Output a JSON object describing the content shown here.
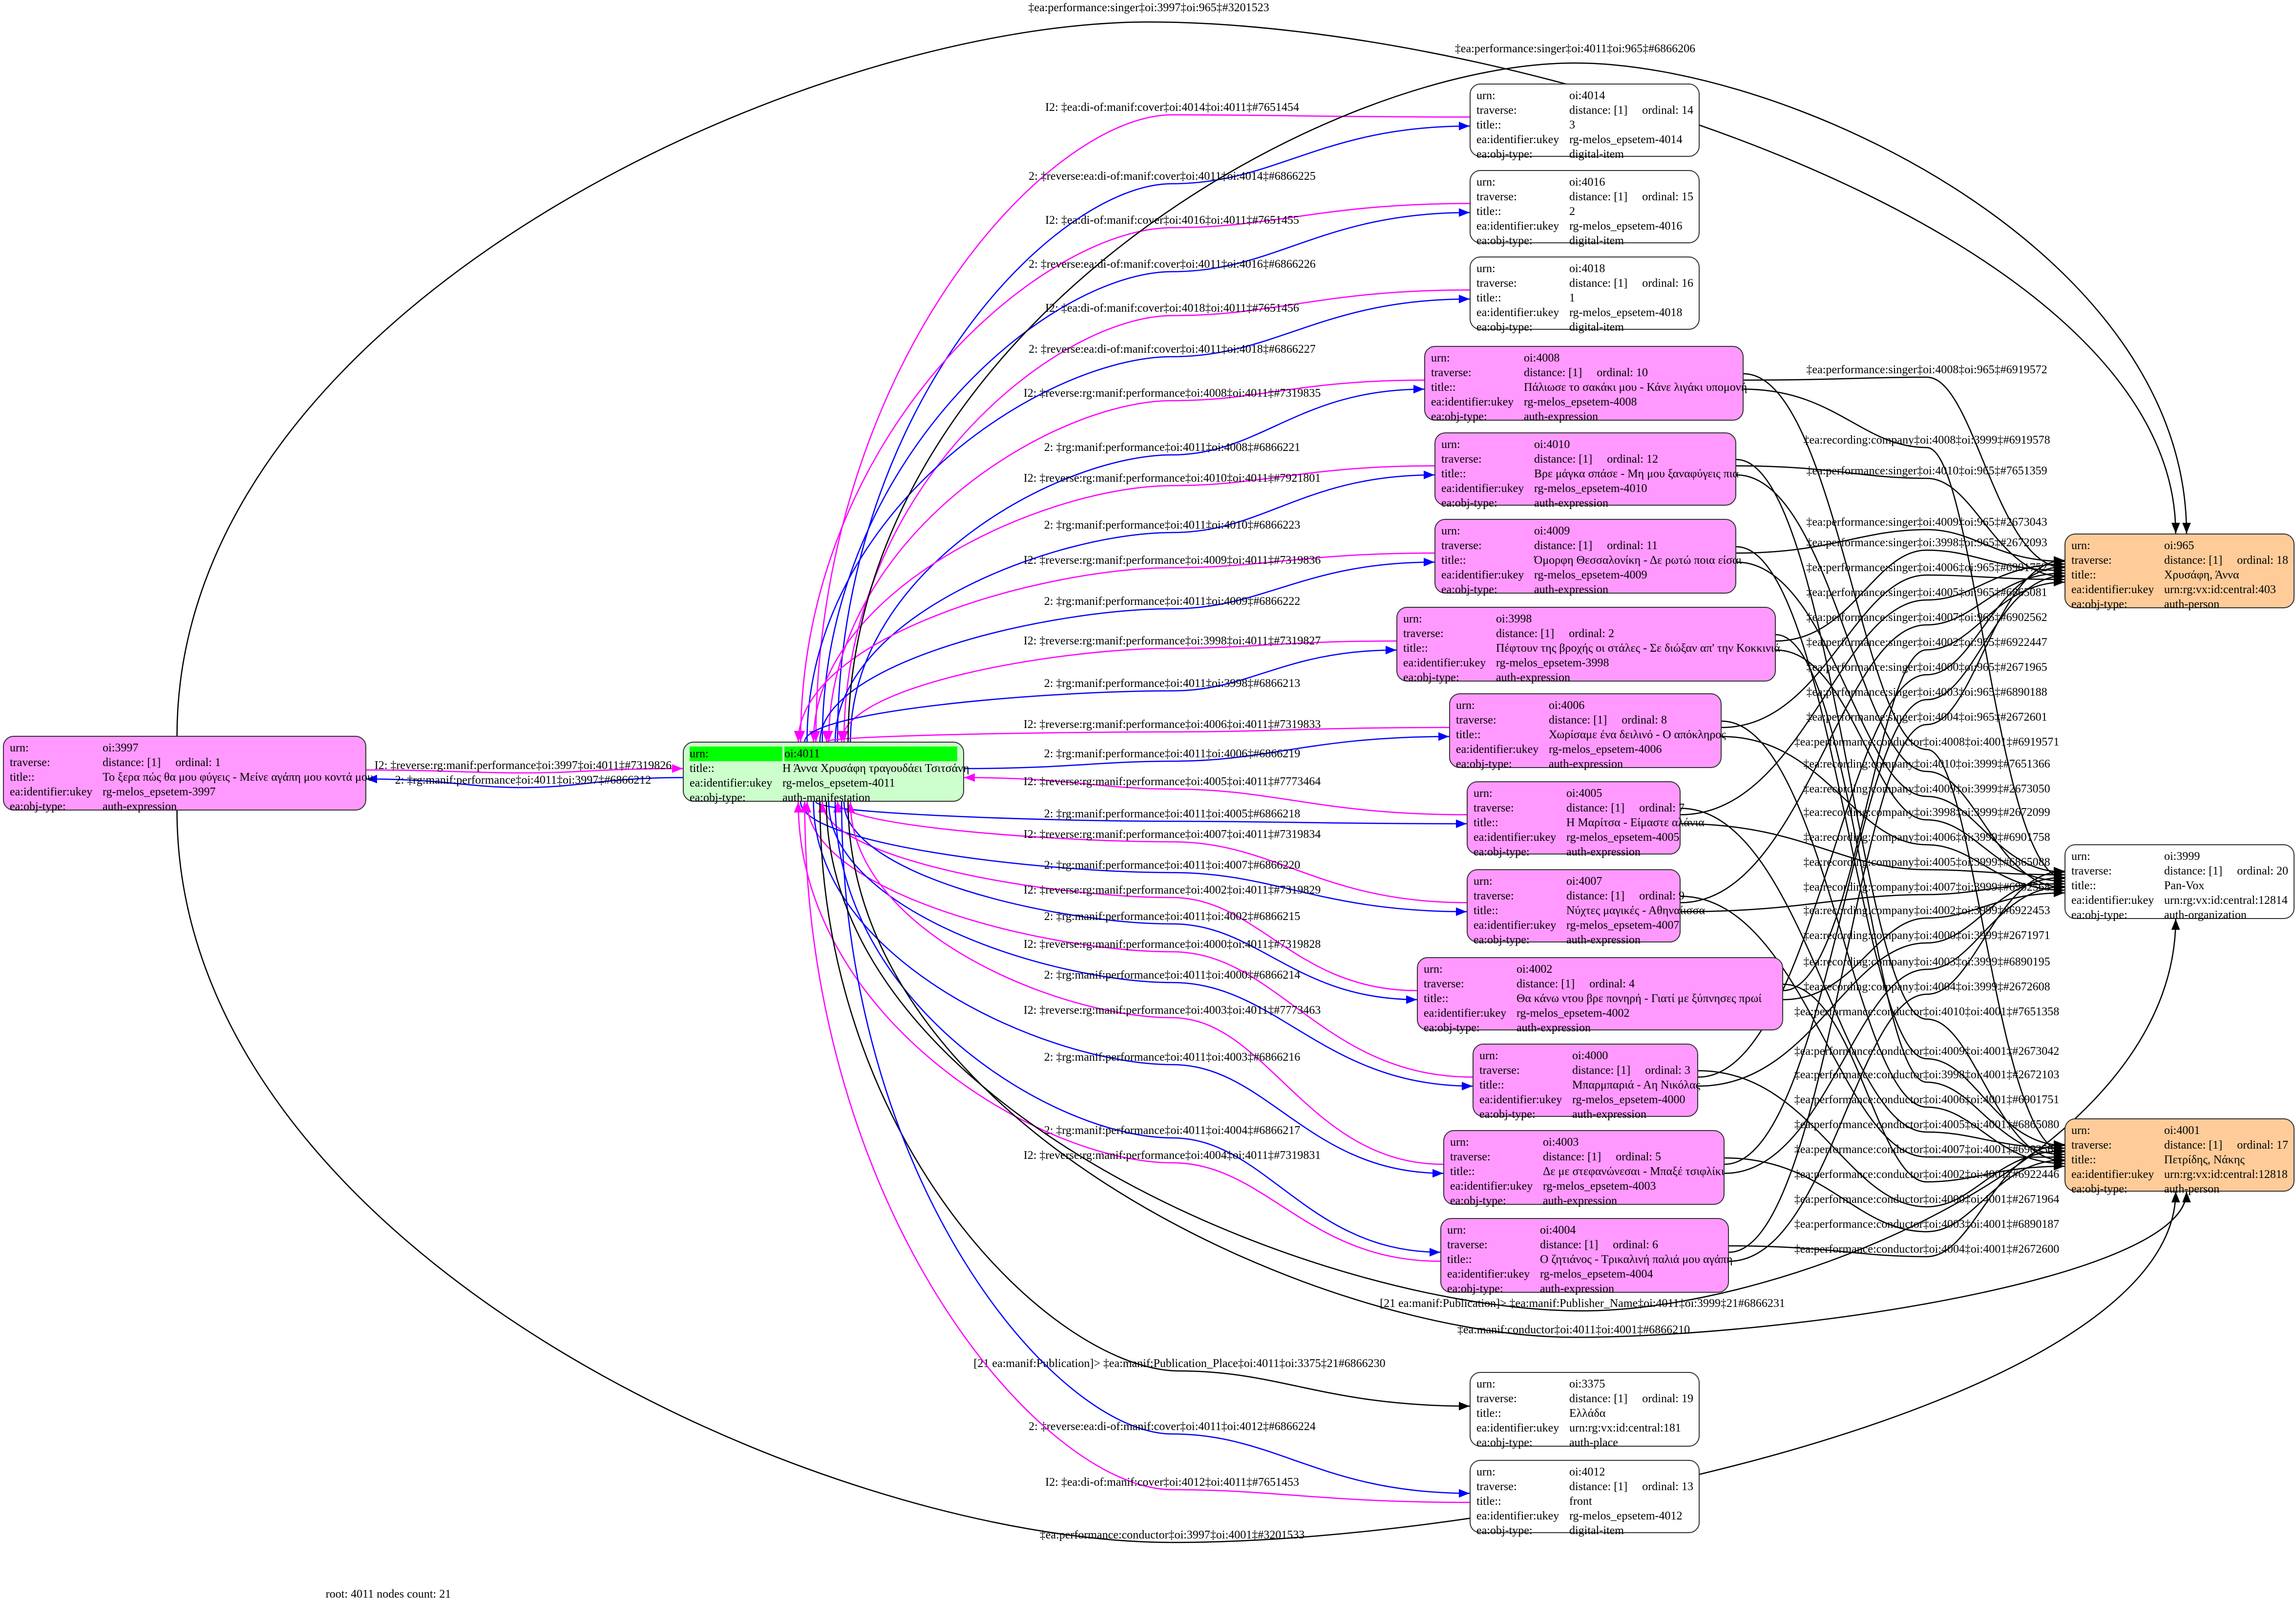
{
  "field_labels": {
    "urn": "urn:",
    "traverse": "traverse:",
    "title": "title::",
    "ukey": "ea:identifier:ukey",
    "type": "ea:obj-type:"
  },
  "colors": {
    "reverse": "#ff00ff",
    "forward": "#0000ff",
    "plain": "#000000",
    "expression": "#ff99ff",
    "root": "#ccffcc",
    "root_header": "#00ff00",
    "person": "#ffcc99"
  },
  "nodes": [
    {
      "urn": "oi:3997",
      "distance": "distance: [1]",
      "ordinal": "ordinal: 1",
      "title": "Το ξερα πώς θα μου φύγεις - Μείνε αγάπη μου κοντά μου",
      "ukey": "rg-melos_epsetem-3997",
      "type": "auth-expression",
      "style": "expression"
    },
    {
      "urn": "oi:4011",
      "title": "Η Άννα Χρυσάφη τραγουδάει Τσιτσάνη",
      "ukey": "rg-melos_epsetem-4011",
      "type": "auth-manifestation",
      "style": "root"
    },
    {
      "urn": "oi:4014",
      "distance": "distance: [1]",
      "ordinal": "ordinal: 14",
      "title": "3",
      "ukey": "rg-melos_epsetem-4014",
      "type": "digital-item",
      "style": "plain"
    },
    {
      "urn": "oi:4016",
      "distance": "distance: [1]",
      "ordinal": "ordinal: 15",
      "title": "2",
      "ukey": "rg-melos_epsetem-4016",
      "type": "digital-item",
      "style": "plain"
    },
    {
      "urn": "oi:4018",
      "distance": "distance: [1]",
      "ordinal": "ordinal: 16",
      "title": "1",
      "ukey": "rg-melos_epsetem-4018",
      "type": "digital-item",
      "style": "plain"
    },
    {
      "urn": "oi:4008",
      "distance": "distance: [1]",
      "ordinal": "ordinal: 10",
      "title": "Πάλιωσε το σακάκι μου - Κάνε λιγάκι υπομονή",
      "ukey": "rg-melos_epsetem-4008",
      "type": "auth-expression",
      "style": "expression"
    },
    {
      "urn": "oi:4010",
      "distance": "distance: [1]",
      "ordinal": "ordinal: 12",
      "title": "Βρε μάγκα σπάσε - Μη μου ξαναφύγεις πια",
      "ukey": "rg-melos_epsetem-4010",
      "type": "auth-expression",
      "style": "expression"
    },
    {
      "urn": "oi:4009",
      "distance": "distance: [1]",
      "ordinal": "ordinal: 11",
      "title": "Όμορφη Θεσσαλονίκη - Δε ρωτώ ποια είσαι",
      "ukey": "rg-melos_epsetem-4009",
      "type": "auth-expression",
      "style": "expression"
    },
    {
      "urn": "oi:3998",
      "distance": "distance: [1]",
      "ordinal": "ordinal: 2",
      "title": "Πέφτουν της βροχής οι στάλες - Σε διώξαν απ' την Κοκκινιά",
      "ukey": "rg-melos_epsetem-3998",
      "type": "auth-expression",
      "style": "expression"
    },
    {
      "urn": "oi:4006",
      "distance": "distance: [1]",
      "ordinal": "ordinal: 8",
      "title": "Χωρίσαμε ένα δειλινό - Ο απόκληρος",
      "ukey": "rg-melos_epsetem-4006",
      "type": "auth-expression",
      "style": "expression"
    },
    {
      "urn": "oi:4005",
      "distance": "distance: [1]",
      "ordinal": "ordinal: 7",
      "title": "Η Μαρίτσα - Είμαστε αλάνια",
      "ukey": "rg-melos_epsetem-4005",
      "type": "auth-expression",
      "style": "expression"
    },
    {
      "urn": "oi:4007",
      "distance": "distance: [1]",
      "ordinal": "ordinal: 9",
      "title": "Νύχτες μαγικές - Αθηναίισσα",
      "ukey": "rg-melos_epsetem-4007",
      "type": "auth-expression",
      "style": "expression"
    },
    {
      "urn": "oi:4002",
      "distance": "distance: [1]",
      "ordinal": "ordinal: 4",
      "title": "Θα κάνω ντου βρε πονηρή - Γιατί με ξύπνησες πρωί",
      "ukey": "rg-melos_epsetem-4002",
      "type": "auth-expression",
      "style": "expression"
    },
    {
      "urn": "oi:4000",
      "distance": "distance: [1]",
      "ordinal": "ordinal: 3",
      "title": "Μπαρμπαριά - Αη Νικόλας",
      "ukey": "rg-melos_epsetem-4000",
      "type": "auth-expression",
      "style": "expression"
    },
    {
      "urn": "oi:4003",
      "distance": "distance: [1]",
      "ordinal": "ordinal: 5",
      "title": "Δε με στεφανώνεσαι - Μπαξέ τσιφλίκι",
      "ukey": "rg-melos_epsetem-4003",
      "type": "auth-expression",
      "style": "expression"
    },
    {
      "urn": "oi:4004",
      "distance": "distance: [1]",
      "ordinal": "ordinal: 6",
      "title": "Ο ζητιάνος - Τρικαλινή παλιά μου αγάπη",
      "ukey": "rg-melos_epsetem-4004",
      "type": "auth-expression",
      "style": "expression"
    },
    {
      "urn": "oi:3375",
      "distance": "distance: [1]",
      "ordinal": "ordinal: 19",
      "title": "Ελλάδα",
      "ukey": "urn:rg:vx:id:central:181",
      "type": "auth-place",
      "style": "plain"
    },
    {
      "urn": "oi:4012",
      "distance": "distance: [1]",
      "ordinal": "ordinal: 13",
      "title": "front",
      "ukey": "rg-melos_epsetem-4012",
      "type": "digital-item",
      "style": "plain"
    },
    {
      "urn": "oi:965",
      "distance": "distance: [1]",
      "ordinal": "ordinal: 18",
      "title": "Χρυσάφη, Άννα",
      "ukey": "urn:rg:vx:id:central:403",
      "type": "auth-person",
      "style": "person"
    },
    {
      "urn": "oi:3999",
      "distance": "distance: [1]",
      "ordinal": "ordinal: 20",
      "title": "Pan-Vox",
      "ukey": "urn:rg:vx:id:central:12814",
      "type": "auth-organization",
      "style": "plain"
    },
    {
      "urn": "oi:4001",
      "distance": "distance: [1]",
      "ordinal": "ordinal: 17",
      "title": "Πετρίδης, Νάκης",
      "ukey": "urn:rg:vx:id:central:12818",
      "type": "auth-person",
      "style": "person"
    }
  ],
  "edges": [
    {
      "from": "oi:4014",
      "to": "oi:4011",
      "kind": "reverse",
      "label": "I2: ‡ea:di-of:manif:cover‡oi:4014‡oi:4011‡#7651454"
    },
    {
      "from": "oi:4011",
      "to": "oi:4014",
      "kind": "forward",
      "label": "2: ‡reverse:ea:di-of:manif:cover‡oi:4011‡oi:4014‡#6866225"
    },
    {
      "from": "oi:4016",
      "to": "oi:4011",
      "kind": "reverse",
      "label": "I2: ‡ea:di-of:manif:cover‡oi:4016‡oi:4011‡#7651455"
    },
    {
      "from": "oi:4011",
      "to": "oi:4016",
      "kind": "forward",
      "label": "2: ‡reverse:ea:di-of:manif:cover‡oi:4011‡oi:4016‡#6866226"
    },
    {
      "from": "oi:4018",
      "to": "oi:4011",
      "kind": "reverse",
      "label": "I2: ‡ea:di-of:manif:cover‡oi:4018‡oi:4011‡#7651456"
    },
    {
      "from": "oi:4011",
      "to": "oi:4018",
      "kind": "forward",
      "label": "2: ‡reverse:ea:di-of:manif:cover‡oi:4011‡oi:4018‡#6866227"
    },
    {
      "from": "oi:4008",
      "to": "oi:4011",
      "kind": "reverse",
      "label": "I2: ‡reverse:rg:manif:performance‡oi:4008‡oi:4011‡#7319835"
    },
    {
      "from": "oi:4011",
      "to": "oi:4008",
      "kind": "forward",
      "label": "2: ‡rg:manif:performance‡oi:4011‡oi:4008‡#6866221"
    },
    {
      "from": "oi:4010",
      "to": "oi:4011",
      "kind": "reverse",
      "label": "I2: ‡reverse:rg:manif:performance‡oi:4010‡oi:4011‡#7921801"
    },
    {
      "from": "oi:4011",
      "to": "oi:4010",
      "kind": "forward",
      "label": "2: ‡rg:manif:performance‡oi:4011‡oi:4010‡#6866223"
    },
    {
      "from": "oi:4009",
      "to": "oi:4011",
      "kind": "reverse",
      "label": "I2: ‡reverse:rg:manif:performance‡oi:4009‡oi:4011‡#7319836"
    },
    {
      "from": "oi:4011",
      "to": "oi:4009",
      "kind": "forward",
      "label": "2: ‡rg:manif:performance‡oi:4011‡oi:4009‡#6866222"
    },
    {
      "from": "oi:3998",
      "to": "oi:4011",
      "kind": "reverse",
      "label": "I2: ‡reverse:rg:manif:performance‡oi:3998‡oi:4011‡#7319827"
    },
    {
      "from": "oi:4011",
      "to": "oi:3998",
      "kind": "forward",
      "label": "2: ‡rg:manif:performance‡oi:4011‡oi:3998‡#6866213"
    },
    {
      "from": "oi:4006",
      "to": "oi:4011",
      "kind": "reverse",
      "label": "I2: ‡reverse:rg:manif:performance‡oi:4006‡oi:4011‡#7319833"
    },
    {
      "from": "oi:4011",
      "to": "oi:4006",
      "kind": "forward",
      "label": "2: ‡rg:manif:performance‡oi:4011‡oi:4006‡#6866219"
    },
    {
      "from": "oi:4005",
      "to": "oi:4011",
      "kind": "reverse",
      "label": "I2: ‡reverse:rg:manif:performance‡oi:4005‡oi:4011‡#7773464"
    },
    {
      "from": "oi:4011",
      "to": "oi:4005",
      "kind": "forward",
      "label": "2: ‡rg:manif:performance‡oi:4011‡oi:4005‡#6866218"
    },
    {
      "from": "oi:4007",
      "to": "oi:4011",
      "kind": "reverse",
      "label": "I2: ‡reverse:rg:manif:performance‡oi:4007‡oi:4011‡#7319834"
    },
    {
      "from": "oi:4011",
      "to": "oi:4007",
      "kind": "forward",
      "label": "2: ‡rg:manif:performance‡oi:4011‡oi:4007‡#6866220"
    },
    {
      "from": "oi:4002",
      "to": "oi:4011",
      "kind": "reverse",
      "label": "I2: ‡reverse:rg:manif:performance‡oi:4002‡oi:4011‡#7319829"
    },
    {
      "from": "oi:4011",
      "to": "oi:4002",
      "kind": "forward",
      "label": "2: ‡rg:manif:performance‡oi:4011‡oi:4002‡#6866215"
    },
    {
      "from": "oi:4000",
      "to": "oi:4011",
      "kind": "reverse",
      "label": "I2: ‡reverse:rg:manif:performance‡oi:4000‡oi:4011‡#7319828"
    },
    {
      "from": "oi:4011",
      "to": "oi:4000",
      "kind": "forward",
      "label": "2: ‡rg:manif:performance‡oi:4011‡oi:4000‡#6866214"
    },
    {
      "from": "oi:4003",
      "to": "oi:4011",
      "kind": "reverse",
      "label": "I2: ‡reverse:rg:manif:performance‡oi:4003‡oi:4011‡#7773463"
    },
    {
      "from": "oi:4011",
      "to": "oi:4003",
      "kind": "forward",
      "label": "2: ‡rg:manif:performance‡oi:4011‡oi:4003‡#6866216"
    },
    {
      "from": "oi:4011",
      "to": "oi:4004",
      "kind": "forward",
      "label": "2: ‡rg:manif:performance‡oi:4011‡oi:4004‡#6866217"
    },
    {
      "from": "oi:4004",
      "to": "oi:4011",
      "kind": "reverse",
      "label": "I2: ‡reverse:rg:manif:performance‡oi:4004‡oi:4011‡#7319831"
    },
    {
      "from": "oi:4011",
      "to": "oi:3375",
      "kind": "plain",
      "label": "[21 ea:manif:Publication]> ‡ea:manif:Publication_Place‡oi:4011‡oi:3375‡21#6866230"
    },
    {
      "from": "oi:4011",
      "to": "oi:4012",
      "kind": "forward",
      "label": "2: ‡reverse:ea:di-of:manif:cover‡oi:4011‡oi:4012‡#6866224"
    },
    {
      "from": "oi:4012",
      "to": "oi:4011",
      "kind": "reverse",
      "label": "I2: ‡ea:di-of:manif:cover‡oi:4012‡oi:4011‡#7651453"
    },
    {
      "from": "oi:3997",
      "to": "oi:4001",
      "kind": "plain",
      "label": "‡ea:performance:conductor‡oi:3997‡oi:4001‡#3201533"
    },
    {
      "from": "oi:3997",
      "to": "oi:965",
      "kind": "plain",
      "label": "‡ea:performance:singer‡oi:3997‡oi:965‡#3201523"
    },
    {
      "from": "oi:4011",
      "to": "oi:965",
      "kind": "plain",
      "label": "‡ea:performance:singer‡oi:4011‡oi:965‡#6866206"
    },
    {
      "from": "oi:4011",
      "to": "oi:3999",
      "kind": "plain",
      "label": "[21 ea:manif:Publication]> ‡ea:manif:Publisher_Name‡oi:4011‡oi:3999‡21#6866231"
    },
    {
      "from": "oi:4011",
      "to": "oi:4001",
      "kind": "plain",
      "label": "‡ea:manif:conductor‡oi:4011‡oi:4001‡#6866210"
    },
    {
      "from": "oi:3997",
      "to": "oi:4011",
      "kind": "reverse",
      "label": "I2: ‡reverse:rg:manif:performance‡oi:3997‡oi:4011‡#7319826"
    },
    {
      "from": "oi:4011",
      "to": "oi:3997",
      "kind": "forward",
      "label": "2: ‡rg:manif:performance‡oi:4011‡oi:3997‡#6866212"
    },
    {
      "from": "oi:4008",
      "to": "oi:965",
      "kind": "plain",
      "label": "‡ea:performance:singer‡oi:4008‡oi:965‡#6919572"
    },
    {
      "from": "oi:4008",
      "to": "oi:3999",
      "kind": "plain",
      "label": "‡ea:recording:company‡oi:4008‡oi:3999‡#6919578"
    },
    {
      "from": "oi:4010",
      "to": "oi:965",
      "kind": "plain",
      "label": "‡ea:performance:singer‡oi:4010‡oi:965‡#7651359"
    },
    {
      "from": "oi:4009",
      "to": "oi:965",
      "kind": "plain",
      "label": "‡ea:performance:singer‡oi:4009‡oi:965‡#2673043"
    },
    {
      "from": "oi:3998",
      "to": "oi:965",
      "kind": "plain",
      "label": "‡ea:performance:singer‡oi:3998‡oi:965‡#2672093"
    },
    {
      "from": "oi:4006",
      "to": "oi:965",
      "kind": "plain",
      "label": "‡ea:performance:singer‡oi:4006‡oi:965‡#6901752"
    },
    {
      "from": "oi:4005",
      "to": "oi:965",
      "kind": "plain",
      "label": "‡ea:performance:singer‡oi:4005‡oi:965‡#6865081"
    },
    {
      "from": "oi:4007",
      "to": "oi:965",
      "kind": "plain",
      "label": "‡ea:performance:singer‡oi:4007‡oi:965‡#6902562"
    },
    {
      "from": "oi:4002",
      "to": "oi:965",
      "kind": "plain",
      "label": "‡ea:performance:singer‡oi:4002‡oi:965‡#6922447"
    },
    {
      "from": "oi:4000",
      "to": "oi:965",
      "kind": "plain",
      "label": "‡ea:performance:singer‡oi:4000‡oi:965‡#2671965"
    },
    {
      "from": "oi:4003",
      "to": "oi:965",
      "kind": "plain",
      "label": "‡ea:performance:singer‡oi:4003‡oi:965‡#6890188"
    },
    {
      "from": "oi:4004",
      "to": "oi:965",
      "kind": "plain",
      "label": "‡ea:performance:singer‡oi:4004‡oi:965‡#2672601"
    },
    {
      "from": "oi:4008",
      "to": "oi:4001",
      "kind": "plain",
      "label": "‡ea:performance:conductor‡oi:4008‡oi:4001‡#6919571"
    },
    {
      "from": "oi:4010",
      "to": "oi:3999",
      "kind": "plain",
      "label": "‡ea:recording:company‡oi:4010‡oi:3999‡#7651366"
    },
    {
      "from": "oi:4009",
      "to": "oi:3999",
      "kind": "plain",
      "label": "‡ea:recording:company‡oi:4009‡oi:3999‡#2673050"
    },
    {
      "from": "oi:3998",
      "to": "oi:3999",
      "kind": "plain",
      "label": "‡ea:recording:company‡oi:3998‡oi:3999‡#2672099"
    },
    {
      "from": "oi:4006",
      "to": "oi:3999",
      "kind": "plain",
      "label": "‡ea:recording:company‡oi:4006‡oi:3999‡#6901758"
    },
    {
      "from": "oi:4005",
      "to": "oi:3999",
      "kind": "plain",
      "label": "‡ea:recording:company‡oi:4005‡oi:3999‡#6865088"
    },
    {
      "from": "oi:4007",
      "to": "oi:3999",
      "kind": "plain",
      "label": "‡ea:recording:company‡oi:4007‡oi:3999‡#6902568"
    },
    {
      "from": "oi:4002",
      "to": "oi:3999",
      "kind": "plain",
      "label": "‡ea:recording:company‡oi:4002‡oi:3999‡#6922453"
    },
    {
      "from": "oi:4000",
      "to": "oi:3999",
      "kind": "plain",
      "label": "‡ea:recording:company‡oi:4000‡oi:3999‡#2671971"
    },
    {
      "from": "oi:4003",
      "to": "oi:3999",
      "kind": "plain",
      "label": "‡ea:recording:company‡oi:4003‡oi:3999‡#6890195"
    },
    {
      "from": "oi:4004",
      "to": "oi:3999",
      "kind": "plain",
      "label": "‡ea:recording:company‡oi:4004‡oi:3999‡#2672608"
    },
    {
      "from": "oi:4010",
      "to": "oi:4001",
      "kind": "plain",
      "label": "‡ea:performance:conductor‡oi:4010‡oi:4001‡#7651358"
    },
    {
      "from": "oi:4009",
      "to": "oi:4001",
      "kind": "plain",
      "label": "‡ea:performance:conductor‡oi:4009‡oi:4001‡#2673042"
    },
    {
      "from": "oi:3998",
      "to": "oi:4001",
      "kind": "plain",
      "label": "‡ea:performance:conductor‡oi:3998‡oi:4001‡#2672103"
    },
    {
      "from": "oi:4006",
      "to": "oi:4001",
      "kind": "plain",
      "label": "‡ea:performance:conductor‡oi:4006‡oi:4001‡#6901751"
    },
    {
      "from": "oi:4005",
      "to": "oi:4001",
      "kind": "plain",
      "label": "‡ea:performance:conductor‡oi:4005‡oi:4001‡#6865080"
    },
    {
      "from": "oi:4007",
      "to": "oi:4001",
      "kind": "plain",
      "label": "‡ea:performance:conductor‡oi:4007‡oi:4001‡#6902561"
    },
    {
      "from": "oi:4002",
      "to": "oi:4001",
      "kind": "plain",
      "label": "‡ea:performance:conductor‡oi:4002‡oi:4001‡#6922446"
    },
    {
      "from": "oi:4000",
      "to": "oi:4001",
      "kind": "plain",
      "label": "‡ea:performance:conductor‡oi:4000‡oi:4001‡#2671964"
    },
    {
      "from": "oi:4003",
      "to": "oi:4001",
      "kind": "plain",
      "label": "‡ea:performance:conductor‡oi:4003‡oi:4001‡#6890187"
    },
    {
      "from": "oi:4004",
      "to": "oi:4001",
      "kind": "plain",
      "label": "‡ea:performance:conductor‡oi:4004‡oi:4001‡#2672600"
    }
  ],
  "footer": "root: 4011 nodes count: 21"
}
